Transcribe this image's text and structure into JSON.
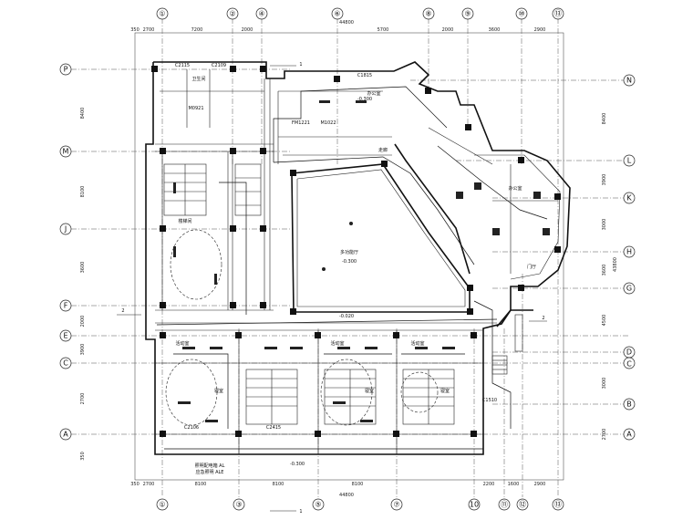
{
  "grid_top": [
    "①",
    "②",
    "④",
    "⑥",
    "⑧",
    "⑨",
    "⑩",
    "⑬"
  ],
  "grid_bottom": [
    "①",
    "③",
    "⑤",
    "⑦",
    "10",
    "⑪",
    "⑫",
    "⑬"
  ],
  "grid_left": [
    "P",
    "M",
    "J",
    "F",
    "E",
    "C",
    "A"
  ],
  "grid_right": [
    "N",
    "L",
    "K",
    "H",
    "G",
    "D",
    "C",
    "B",
    "A"
  ],
  "dims_top": [
    "350",
    "2700",
    "7200",
    "2000",
    "5700",
    "2000",
    "3600",
    "2900"
  ],
  "dims_bottom": [
    "350",
    "2700",
    "8100",
    "8100",
    "8100",
    "2200",
    "1600",
    "2900"
  ],
  "dims_left": [
    "8400",
    "8100",
    "3600",
    "2000",
    "3900",
    "2700",
    "350"
  ],
  "dims_right": [
    "8400",
    "3900",
    "3000",
    "3600",
    "4500",
    "3000",
    "2700"
  ],
  "totals": {
    "top": "44800",
    "bottom": "44800",
    "right": "43800"
  },
  "section_marks": [
    "1",
    "1",
    "2",
    "2"
  ],
  "rooms": [
    "活动室",
    "活动室",
    "活动室",
    "寝室",
    "寝室",
    "寝室",
    "多功能厅",
    "办公室",
    "办公室",
    "卫生间",
    "楼梯间",
    "走廊",
    "门厅"
  ],
  "levels": [
    "-0.300",
    "-0.020",
    "-0.300",
    "-0.300"
  ],
  "notes": [
    "照明配电箱 AL",
    "应急照明 ALE"
  ],
  "doors": [
    "C2115",
    "C2109",
    "C1815",
    "M1022",
    "M0921",
    "FM1221",
    "C1510",
    "C2415",
    "C2106"
  ]
}
